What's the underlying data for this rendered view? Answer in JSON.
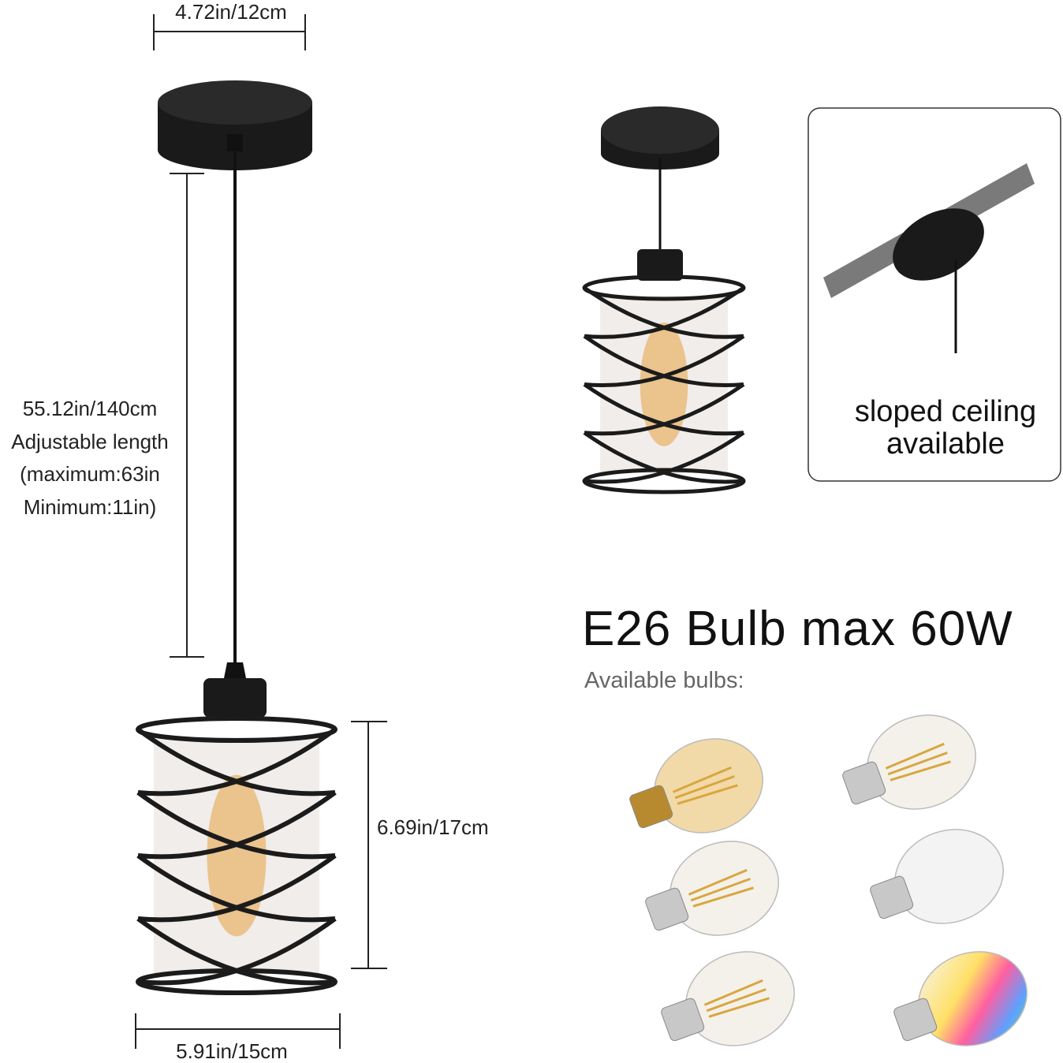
{
  "dimensions": {
    "canopy_width": "4.72in/12cm",
    "cord_length_lines": [
      "55.12in/140cm",
      "Adjustable length",
      "(maximum:63in",
      "Minimum:11in)"
    ],
    "shade_height": "6.69in/17cm",
    "shade_width": "5.91in/15cm"
  },
  "sloped_box": {
    "lines": [
      "sloped ceiling",
      "available"
    ]
  },
  "bulbs": {
    "title": "E26 Bulb max 60W",
    "subtitle": "Available bulbs:",
    "items": [
      "edison-amber-bulb",
      "a19-filament-bulb",
      "st-filament-bulb",
      "white-led-bulb",
      "st64-filament-bulb",
      "rgb-smart-bulb"
    ]
  },
  "colors": {
    "metal": "#1b1b1b",
    "beam": "#7a7a7a",
    "glow": "#e8a040",
    "dimension_line": "#222222"
  }
}
